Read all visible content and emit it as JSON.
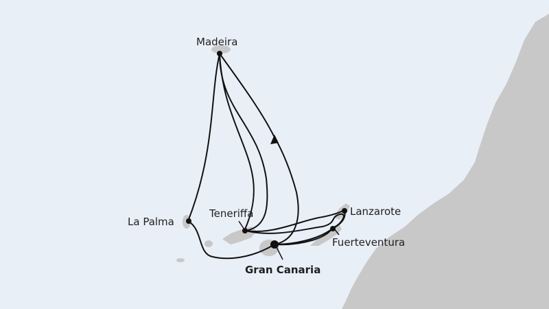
{
  "map": {
    "colors": {
      "sea": "#e9eff7",
      "land": "#c8c8c8",
      "route": "#111111"
    },
    "ports": [
      {
        "id": "madeira",
        "label": "Madeira",
        "bold": false
      },
      {
        "id": "la-palma",
        "label": "La Palma",
        "bold": false
      },
      {
        "id": "teneriffa",
        "label": "Teneriffa",
        "bold": false
      },
      {
        "id": "gran-canaria",
        "label": "Gran Canaria",
        "bold": true
      },
      {
        "id": "lanzarote",
        "label": "Lanzarote",
        "bold": false
      },
      {
        "id": "fuerteventura",
        "label": "Fuerteventura",
        "bold": false
      }
    ]
  }
}
